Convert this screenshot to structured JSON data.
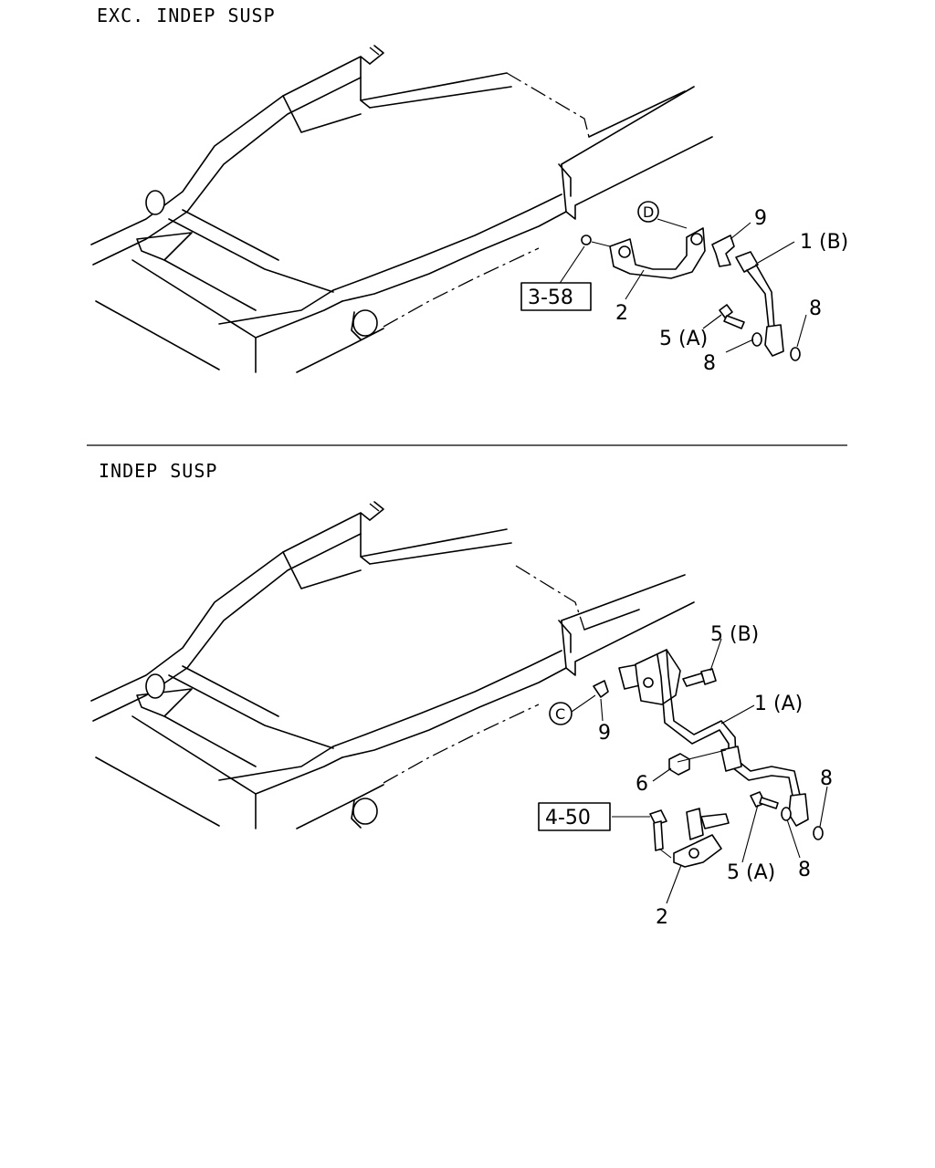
{
  "sections": [
    {
      "title": "EXC. INDEP SUSP",
      "ref_box": "3-58",
      "circle_marker": "D",
      "callouts": [
        "9",
        "1 (B)",
        "2",
        "5 (A)",
        "8",
        "8"
      ]
    },
    {
      "title": "INDEP SUSP",
      "ref_box": "4-50",
      "circle_marker": "C",
      "callouts": [
        "5 (B)",
        "1 (A)",
        "9",
        "6",
        "5 (A)",
        "8",
        "8",
        "2"
      ]
    }
  ]
}
